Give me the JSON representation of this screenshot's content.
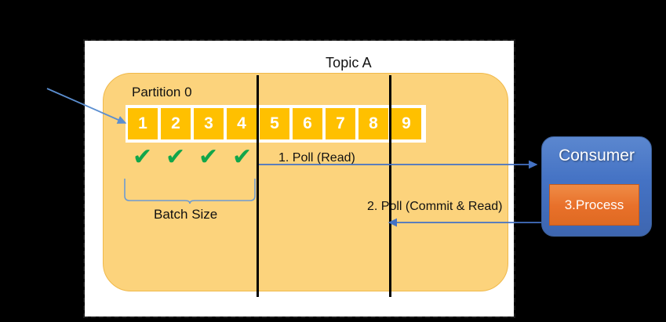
{
  "diagram": {
    "topic": {
      "title": "Topic A",
      "partition_label": "Partition 0",
      "offsets": [
        "1",
        "2",
        "3",
        "4",
        "5",
        "6",
        "7",
        "8",
        "9"
      ],
      "committed_marks": [
        "✔",
        "✔",
        "✔",
        "✔"
      ],
      "batch_size_label": "Batch Size"
    },
    "flows": {
      "poll_read": "1. Poll (Read)",
      "poll_commit_read": "2. Poll (Commit & Read)"
    },
    "consumer": {
      "title": "Consumer",
      "process_label": "3.Process"
    },
    "colors": {
      "topic_fill": "#fcd37c",
      "offset_fill": "#ffc000",
      "consumer_fill": "#4472c4",
      "process_fill": "#e8702a",
      "check_green": "#11a64a",
      "arrow_blue": "#4472c4",
      "divider_black": "#000000",
      "canvas_white": "#ffffff",
      "background_black": "#000000"
    }
  }
}
